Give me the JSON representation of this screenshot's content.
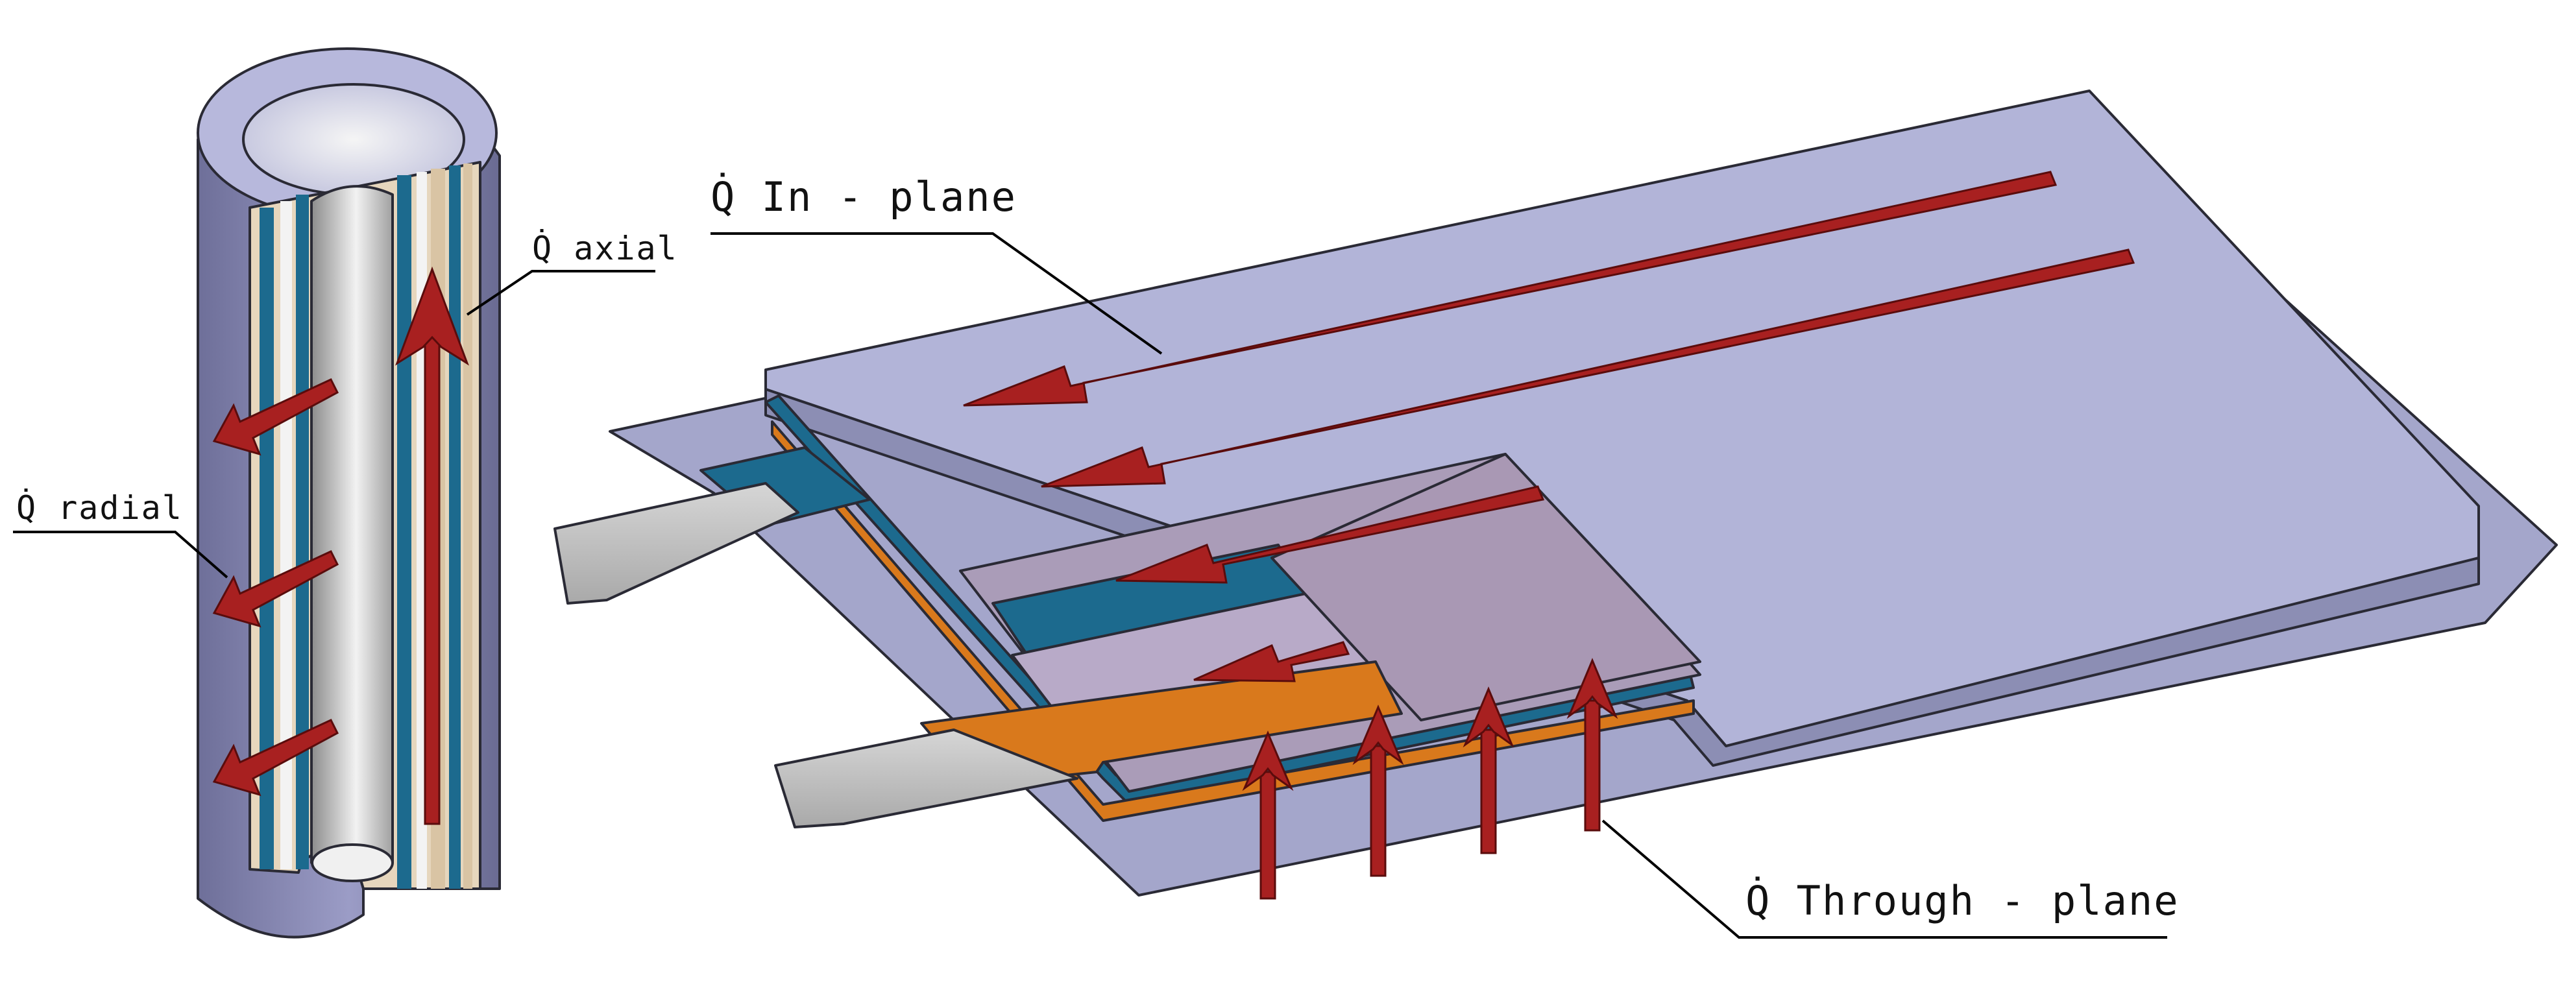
{
  "labels": {
    "in_plane": "Q̇ In - plane",
    "axial": "Q̇ axial",
    "radial": "Q̇ radial",
    "through_plane": "Q̇ Through - plane"
  },
  "colors": {
    "pouch": "#b0b2d6",
    "pouch_edge": "#9092b8",
    "arrow": "#a82020",
    "blue_layer": "#1c6a8e",
    "orange_tab": "#d9791c",
    "tan_layer": "#d9c4a4",
    "gray_tab": "#c4c4c4"
  },
  "icons": {
    "arrows": "heat-flow-arrow"
  }
}
